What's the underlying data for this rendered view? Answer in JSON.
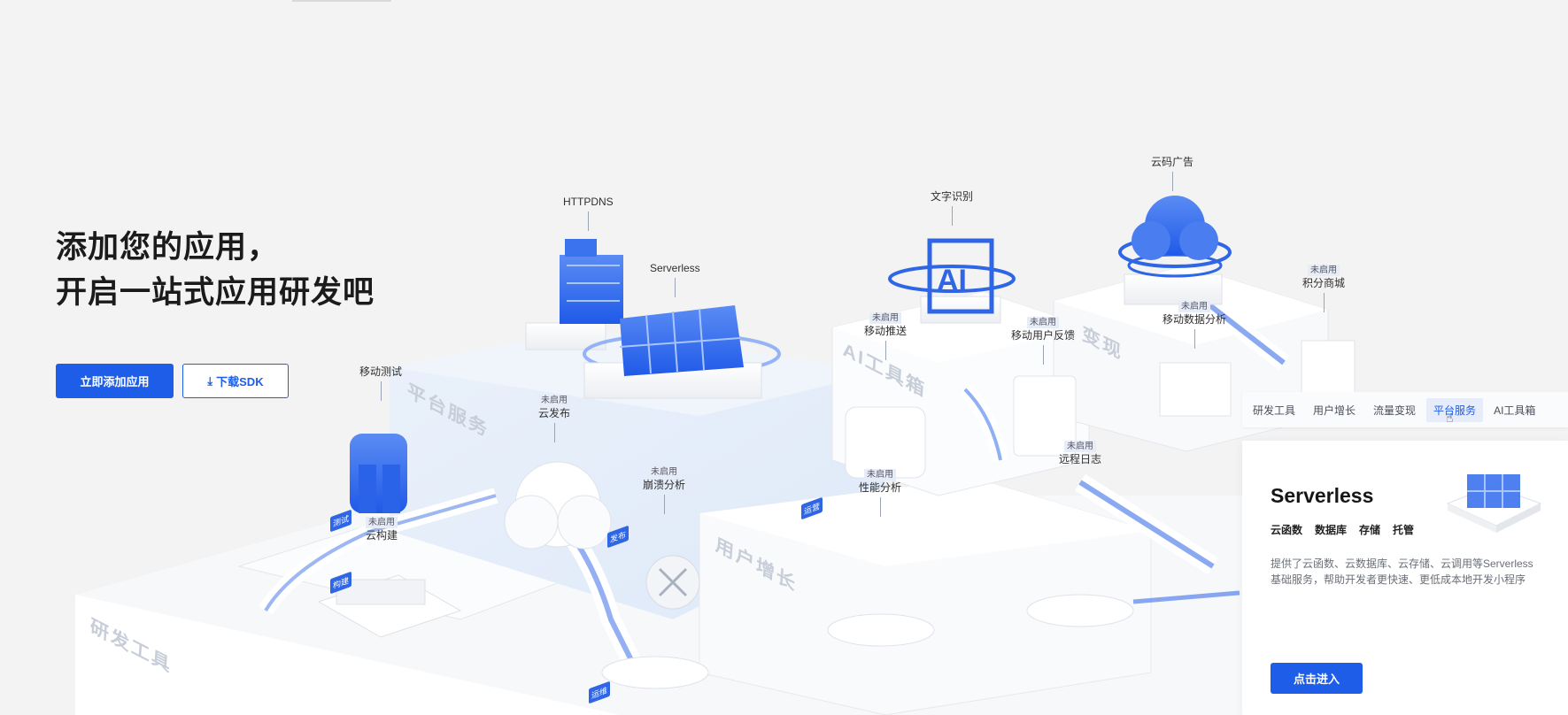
{
  "hero": {
    "title_line1": "添加您的应用，",
    "title_line2": "开启一站式应用研发吧",
    "add_app_label": "立即添加应用",
    "download_sdk_label": "下载SDK"
  },
  "scene": {
    "labels": {
      "httpdns": "HTTPDNS",
      "serverless": "Serverless",
      "ocr": "文字识别",
      "cloud_ad": "云码广告",
      "mobile_test": "移动测试",
      "cloud_release": "云发布",
      "crash_analysis": "崩溃分析",
      "cloud_build": "云构建",
      "mobile_push": "移动推送",
      "user_feedback": "移动用户反馈",
      "points_mall": "积分商城",
      "mobile_analytics": "移动数据分析",
      "remote_log": "远程日志",
      "perf_analysis": "性能分析"
    },
    "status_disabled": "未启用",
    "zones": {
      "platform": "平台服务",
      "ai_tools": "AI工具箱",
      "user_growth": "用户增长",
      "dev_tools": "研发工具",
      "monetize": "变现"
    },
    "tags": {
      "test": "测试",
      "publish": "发布",
      "build": "构建",
      "ops": "运维",
      "perf": "运营"
    }
  },
  "tabs": {
    "items": [
      "研发工具",
      "用户增长",
      "流量变现",
      "平台服务",
      "AI工具箱"
    ],
    "active_index": 3
  },
  "card": {
    "title": "Serverless",
    "chips": [
      "云函数",
      "数据库",
      "存储",
      "托管"
    ],
    "description": "提供了云函数、云数据库、云存储、云调用等Serverless基础服务，帮助开发者更快速、更低成本地开发小程序",
    "enter_label": "点击进入"
  },
  "colors": {
    "accent": "#1e5de8",
    "background": "#f3f3f4"
  }
}
